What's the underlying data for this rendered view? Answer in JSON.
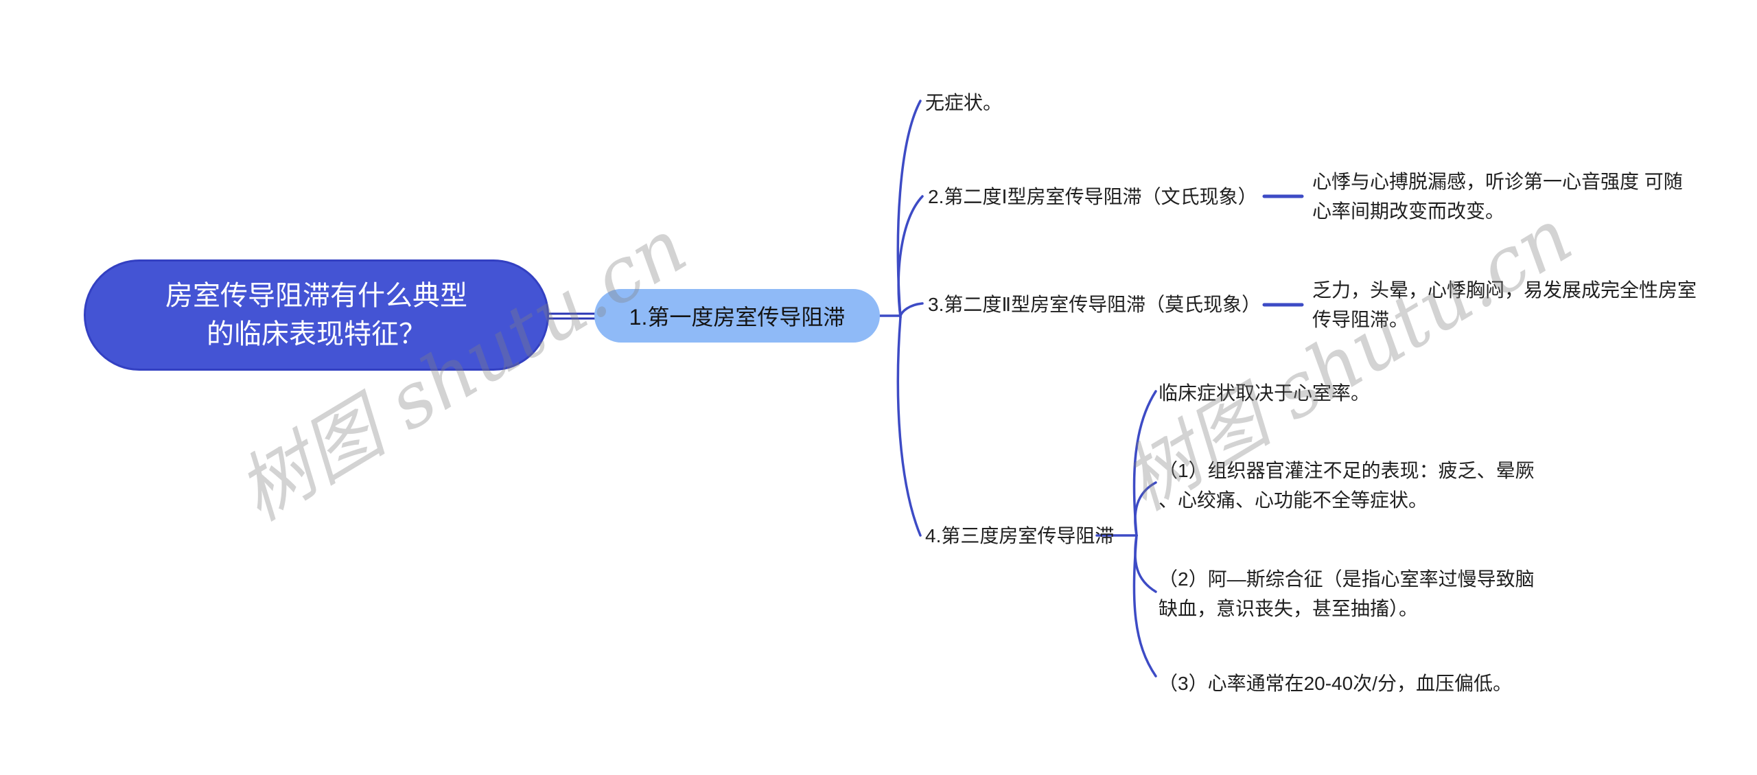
{
  "root": {
    "text": "房室传导阻滞有什么典型\n的临床表现特征？"
  },
  "level1": {
    "text": "1.第一度房室传导阻滞"
  },
  "branches": [
    {
      "label": "无症状。"
    },
    {
      "label": "2.第二度Ⅰ型房室传导阻滞（文氏现象）",
      "desc": "心悸与心搏脱漏感，听诊第一心音强度 可随\n心率间期改变而改变。"
    },
    {
      "label": "3.第二度Ⅱ型房室传导阻滞（莫氏现象）",
      "desc": "乏力，头晕，心悸胸闷，易发展成完全性房室\n传导阻滞。"
    },
    {
      "label": "4.第三度房室传导阻滞",
      "children": [
        {
          "text": "临床症状取决于心室率。"
        },
        {
          "text": "（1）组织器官灌注不足的表现：疲乏、晕厥\n、心绞痛、心功能不全等症状。"
        },
        {
          "text": "（2）阿—斯综合征（是指心室率过慢导致脑\n缺血，意识丧失，甚至抽搐）。"
        },
        {
          "text": "（3）心率通常在20-40次/分，血压偏低。"
        }
      ]
    }
  ],
  "watermark": {
    "text": "树图 shutu.cn"
  },
  "colors": {
    "root_fill": "#4454d4",
    "root_border": "#3340c2",
    "child_fill": "#8fbaf7",
    "connector": "#3d4bc5",
    "root_connector": "#2a36b5",
    "text": "#1f1f1f",
    "watermark": "#d6d6d6"
  }
}
